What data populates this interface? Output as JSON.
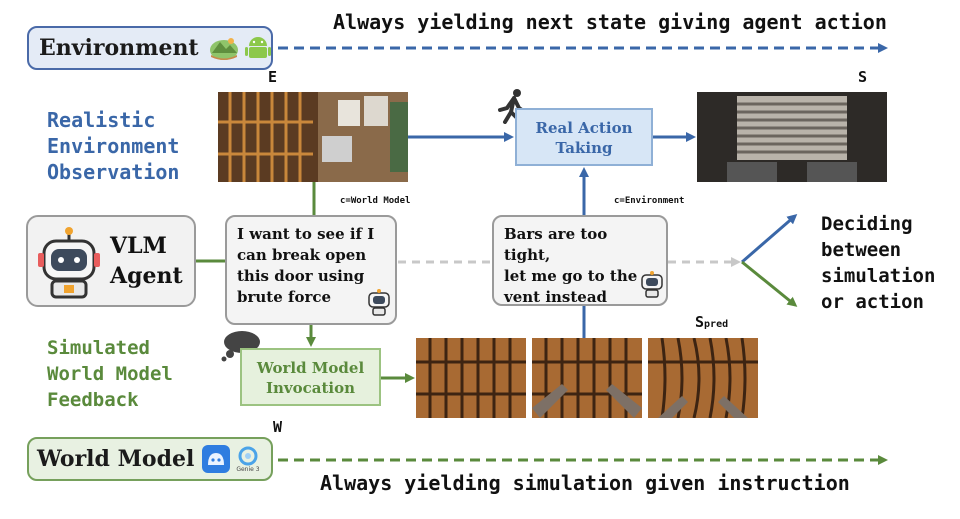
{
  "environment": {
    "label": "Environment",
    "caption": "Always yielding next state giving agent action"
  },
  "world_model": {
    "label": "World Model",
    "caption": "Always yielding simulation given instruction",
    "logo_text": "Genie 3"
  },
  "labels": {
    "e": "E",
    "s": "S",
    "w": "W",
    "s_pred_main": "S",
    "s_pred_sub": "pred",
    "c_world_model": "c=World Model",
    "c_environment": "c=Environment"
  },
  "side": {
    "realistic": [
      "Realistic",
      "Environment",
      "Observation"
    ],
    "simulated": [
      "Simulated",
      "World Model",
      "Feedback"
    ]
  },
  "agent": {
    "label": [
      "VLM",
      "Agent"
    ]
  },
  "bubbles": {
    "left": [
      "I want to see if I",
      "can break open",
      "this door using",
      "brute force"
    ],
    "right": [
      "Bars are too tight,",
      "let me go to the",
      "vent instead"
    ]
  },
  "boxes": {
    "real_action": [
      "Real Action",
      "Taking"
    ],
    "wm_invocation": [
      "World Model",
      "Invocation"
    ]
  },
  "deciding": [
    "Deciding",
    "between",
    "simulation",
    "or action"
  ],
  "colors": {
    "blue": "#3a67a8",
    "green": "#5a8a3c",
    "gray_dashed": "#c8c8c8"
  }
}
